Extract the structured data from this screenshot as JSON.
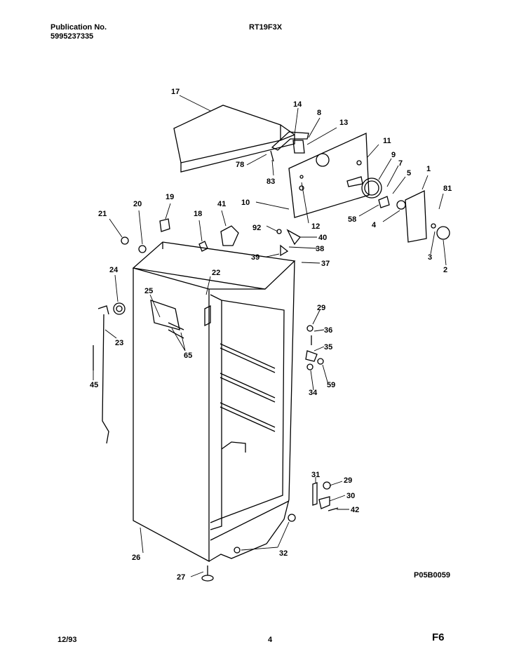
{
  "header": {
    "publication_label": "Publication No.",
    "publication_number": "5995237335",
    "model": "RT19F3X"
  },
  "footer": {
    "date": "12/93",
    "page": "4",
    "section": "F6",
    "diagram_code": "P05B0059"
  },
  "callouts": [
    "17",
    "14",
    "8",
    "13",
    "78",
    "83",
    "11",
    "9",
    "7",
    "5",
    "1",
    "81",
    "10",
    "12",
    "58",
    "4",
    "3",
    "2",
    "19",
    "20",
    "21",
    "18",
    "41",
    "92",
    "40",
    "38",
    "39",
    "37",
    "22",
    "24",
    "25",
    "23",
    "65",
    "45",
    "29",
    "36",
    "35",
    "59",
    "34",
    "31",
    "29",
    "30",
    "42",
    "26",
    "27",
    "32"
  ]
}
